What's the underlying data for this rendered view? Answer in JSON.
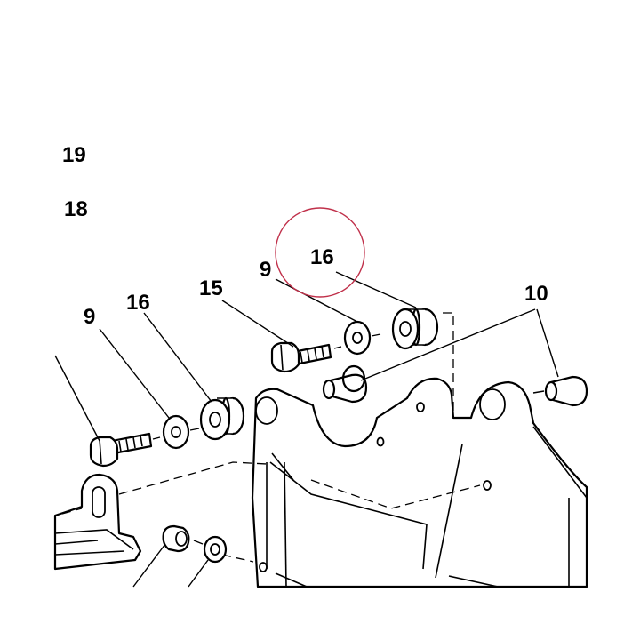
{
  "callouts": [
    {
      "id": "c19",
      "text": "19"
    },
    {
      "id": "c18",
      "text": "18"
    },
    {
      "id": "c16-top",
      "text": "16"
    },
    {
      "id": "c9-top",
      "text": "9"
    },
    {
      "id": "c15",
      "text": "15"
    },
    {
      "id": "c10",
      "text": "10"
    },
    {
      "id": "c9-left",
      "text": "9"
    },
    {
      "id": "c16-left",
      "text": "16"
    }
  ],
  "highlight": {
    "shape": "circle",
    "color": "#c0304a",
    "marks": "16"
  },
  "colors": {
    "ink": "#000000",
    "paper": "#ffffff",
    "highlight": "#c0304a"
  }
}
